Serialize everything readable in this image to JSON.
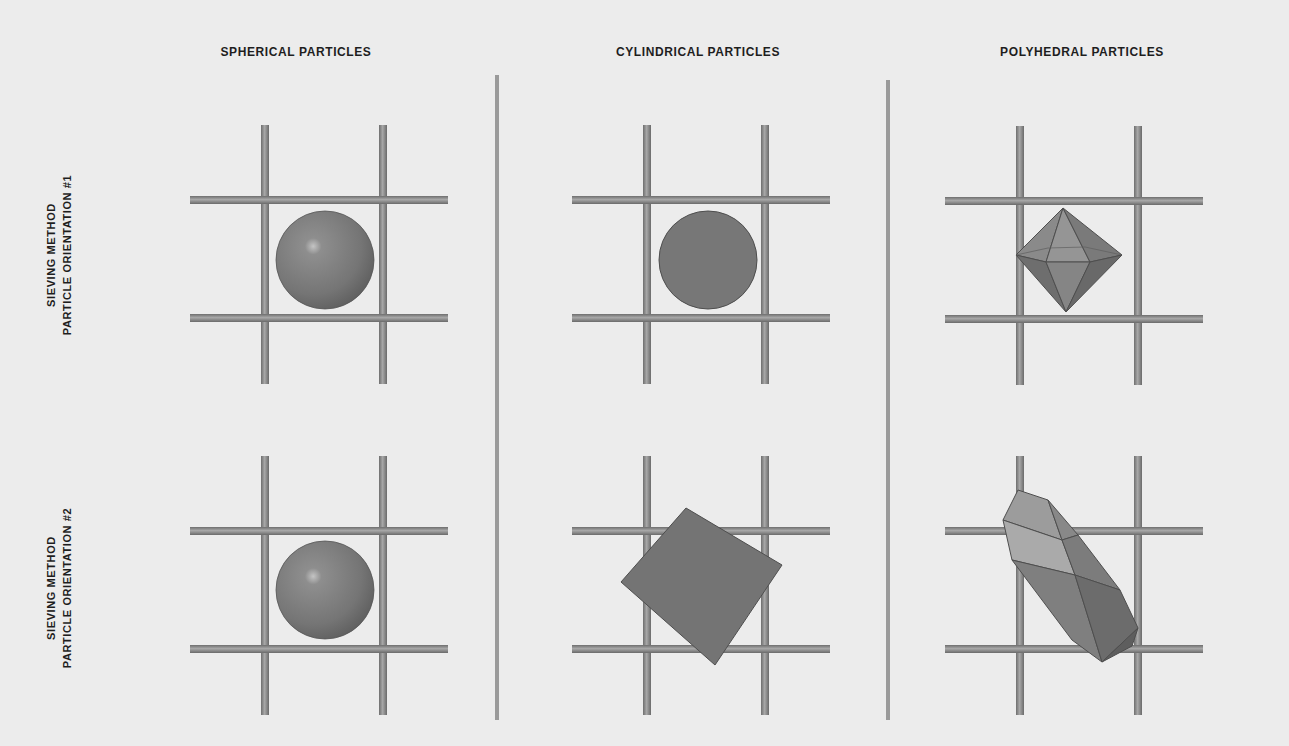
{
  "diagram": {
    "labels": [
      "SPHERICAL PARTICLES",
      "CYLINDRICAL PARTICLES",
      "POLYHEDRAL PARTICLES",
      "SIEVING METHOD",
      "PARTICLE ORIENTATION #1",
      "SIEVING METHOD",
      "PARTICLE ORIENTATION #2"
    ]
  }
}
